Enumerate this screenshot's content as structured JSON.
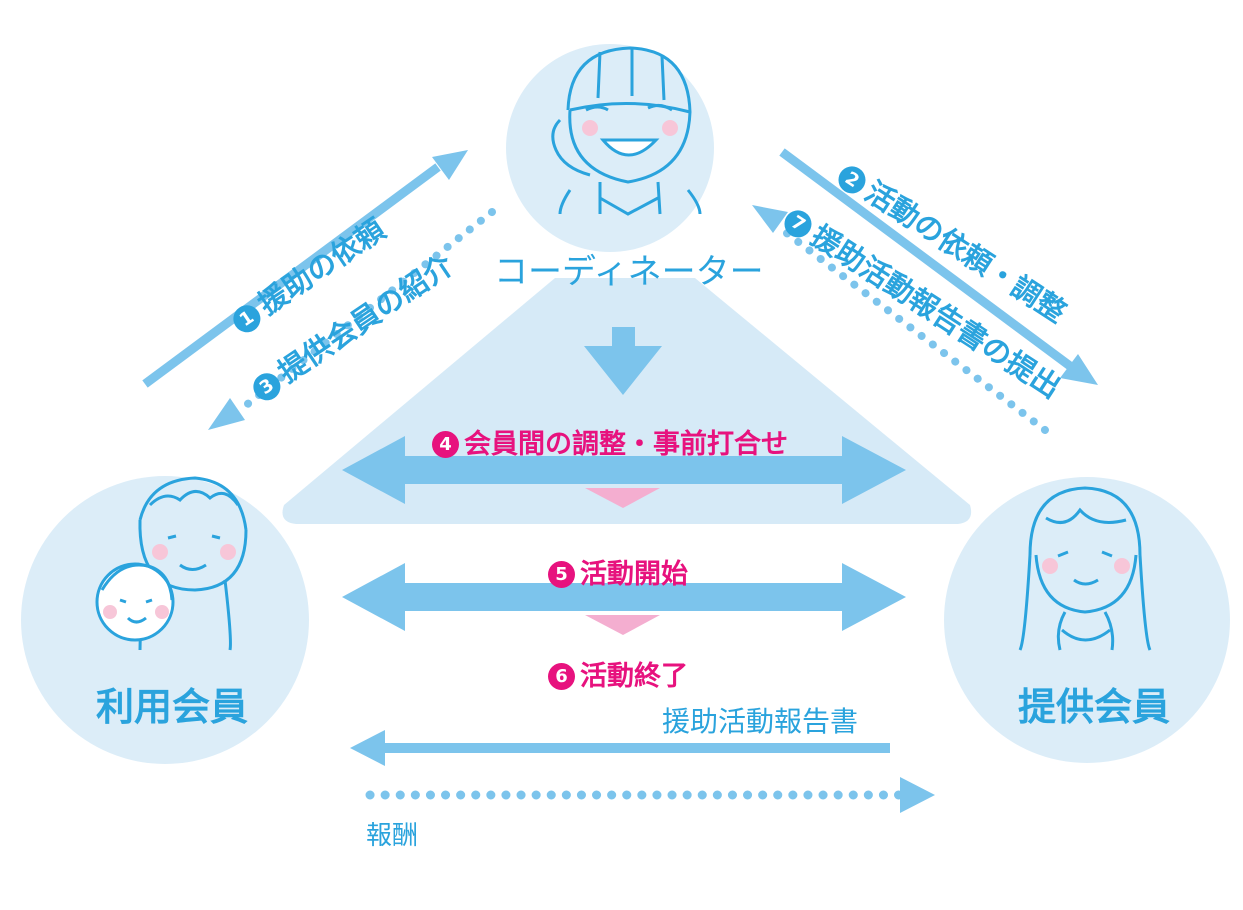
{
  "roles": {
    "coordinator": "コーディネーター",
    "user_member": "利用会員",
    "provider_member": "提供会員"
  },
  "steps": [
    {
      "num": "1",
      "text": "援助の依頼"
    },
    {
      "num": "2",
      "text": "活動の依頼・調整"
    },
    {
      "num": "3",
      "text": "提供会員の紹介"
    },
    {
      "num": "4",
      "text": "会員間の調整・事前打合せ"
    },
    {
      "num": "5",
      "text": "活動開始"
    },
    {
      "num": "6",
      "text": "活動終了"
    },
    {
      "num": "7",
      "text": "援助活動報告書の提出"
    }
  ],
  "flows": {
    "report": "援助活動報告書",
    "reward": "報酬"
  },
  "colors": {
    "blue": "#2aa3dd",
    "arrow_blue": "#7cc4ec",
    "circle_fill": "#dcedf8",
    "pink": "#e7127e",
    "pink_soft": "#f4aed0"
  }
}
